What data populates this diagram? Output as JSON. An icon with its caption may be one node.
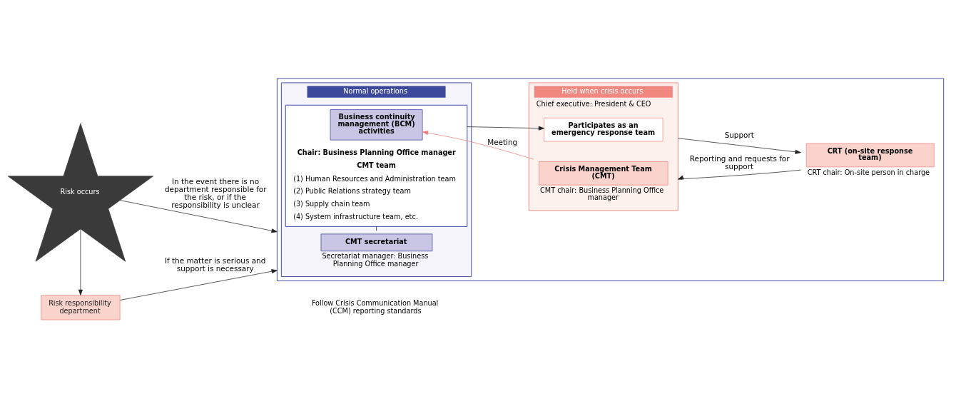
{
  "diagram": {
    "nodes": [
      {
        "text": [
          "Risk occurs"
        ]
      },
      {
        "text": [
          "Risk responsibility department"
        ]
      },
      {
        "text": [],
        "shape": "box"
      },
      {
        "text": [
          "Normal operations"
        ],
        "in": 2
      },
      {
        "text": [
          "CMT secretariat"
        ],
        "beside": [
          "Secretariat manager: Business Planning Office manager"
        ],
        "in": 3
      },
      {
        "text": [
          "Chair: Business Planning Office manager",
          "CMT team",
          "(1) Human Resources and Administration team",
          "(2) Public Relations strategy team",
          "(3) Supply chain team",
          "(4) System infrastructure team, etc."
        ],
        "in": 3
      },
      {
        "text": [
          "Business continuity management (BCM) activities"
        ],
        "in": 5
      },
      {
        "text": [
          "Held when crisis occurs",
          "Chief executive: President & CEO"
        ],
        "in": 2
      },
      {
        "text": [
          "Crisis Management Team (CMT)"
        ],
        "beside": [
          "CMT chair: Business Planning Office manager"
        ],
        "in": 7
      },
      {
        "text": [
          "Participates as an emergency response team"
        ],
        "in": 7
      },
      {
        "text": [
          "CRT (on-site response team)"
        ],
        "beside": [
          "CRT chair: On-site person in charge"
        ],
        "in": 2
      }
    ],
    "edges": [
      {
        "from": 0,
        "to": 1,
        "arrow": "to"
      },
      {
        "from": 0,
        "to": 2,
        "arrow": "to",
        "label": "In the event there is no department responsible for the risk, or if the responsibility is unclear"
      },
      {
        "from": 1,
        "to": 2,
        "arrow": "to",
        "label": "If the matter is serious and support is necessary"
      },
      {
        "from": 4,
        "to": 5,
        "arrow": "none"
      },
      {
        "from": 8,
        "to": 6,
        "arrow": "to",
        "label": "Meeting",
        "color": "#f08080"
      },
      {
        "from": 5,
        "to": 9,
        "arrow": "to"
      },
      {
        "from": 10,
        "to": 7,
        "arrow": "to",
        "label": "Reporting and requests for support"
      },
      {
        "from": 7,
        "to": 10,
        "arrow": "to",
        "label": "Support"
      }
    ],
    "labels": [
      "Follow Crisis Communication Manual (CCM) reporting standards"
    ]
  }
}
